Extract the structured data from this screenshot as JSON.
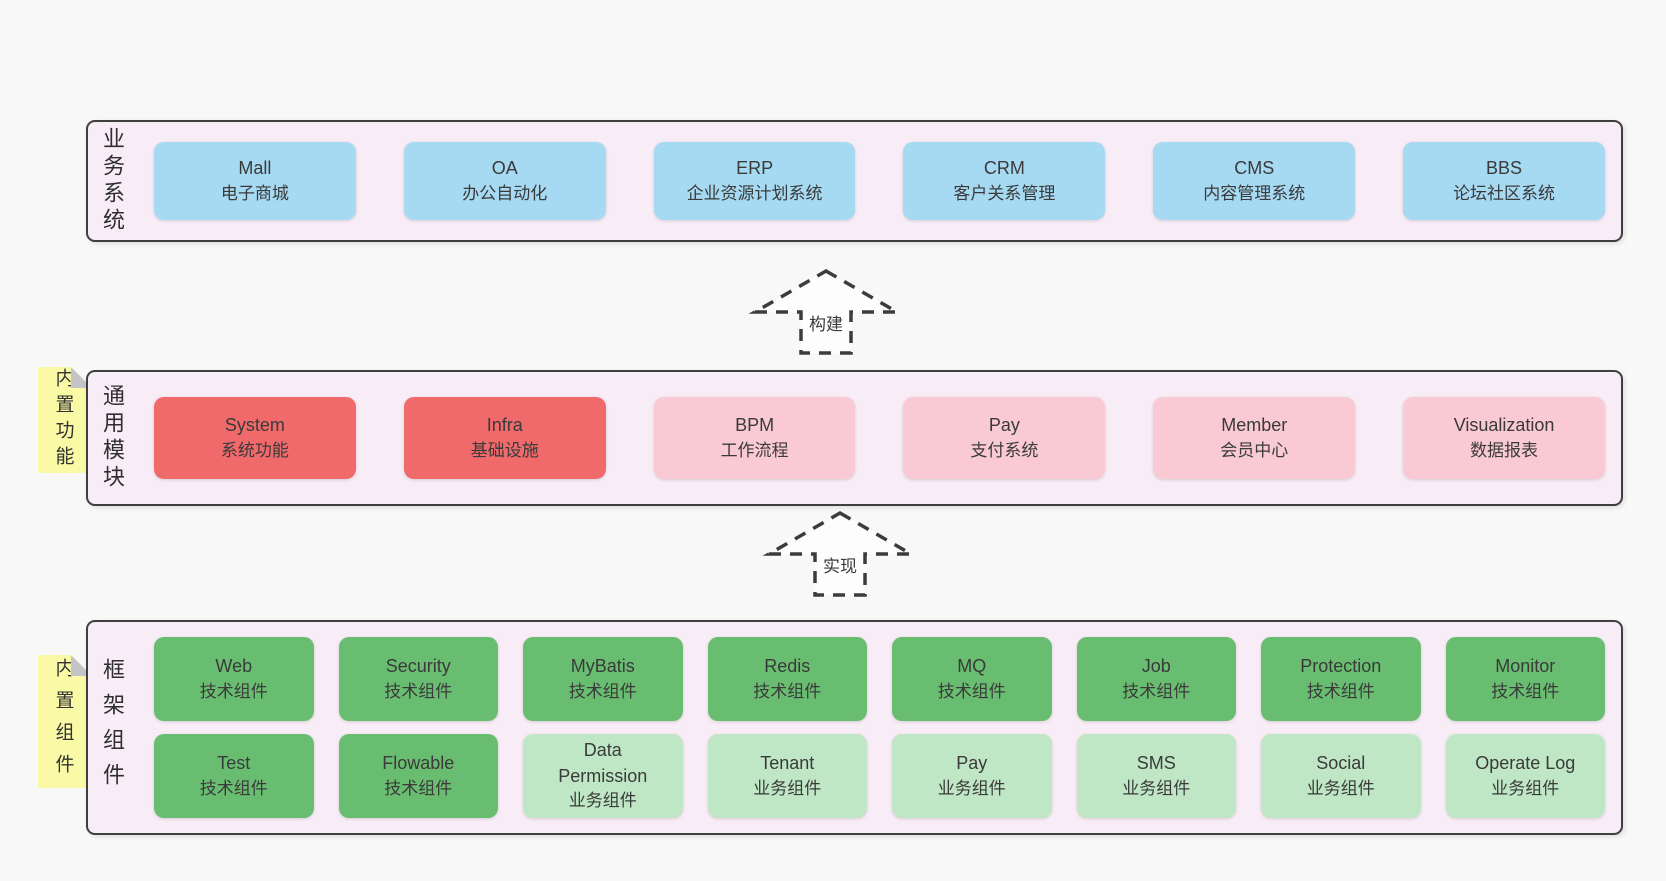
{
  "colors": {
    "page_bg": "#f8f8f8",
    "panel_bg": "#f8edf6",
    "panel_border": "#3f3f3f",
    "blue": "#a6d9f2",
    "red": "#f0696b",
    "pink": "#f9c9d4",
    "green": "#69bd70",
    "green_light": "#bfe7c5",
    "sticky": "#fafaa6",
    "sticky_fold": "#c5c5c9",
    "text": "#3a3a3a",
    "arrow": "#3c3c3c",
    "arrow_fill": "#fdfdfd"
  },
  "arrows": [
    {
      "label": "构建"
    },
    {
      "label": "实现"
    }
  ],
  "sections": [
    {
      "label": "业务系统",
      "rows": [
        [
          {
            "title": "Mall",
            "subtitle": "电子商城",
            "variant": "blue"
          },
          {
            "title": "OA",
            "subtitle": "办公自动化",
            "variant": "blue"
          },
          {
            "title": "ERP",
            "subtitle": "企业资源计划系统",
            "variant": "blue"
          },
          {
            "title": "CRM",
            "subtitle": "客户关系管理",
            "variant": "blue"
          },
          {
            "title": "CMS",
            "subtitle": "内容管理系统",
            "variant": "blue"
          },
          {
            "title": "BBS",
            "subtitle": "论坛社区系统",
            "variant": "blue"
          }
        ]
      ]
    },
    {
      "label": "通用模块",
      "sticky": "内置功能",
      "rows": [
        [
          {
            "title": "System",
            "subtitle": "系统功能",
            "variant": "red"
          },
          {
            "title": "Infra",
            "subtitle": "基础设施",
            "variant": "red"
          },
          {
            "title": "BPM",
            "subtitle": "工作流程",
            "variant": "pink"
          },
          {
            "title": "Pay",
            "subtitle": "支付系统",
            "variant": "pink"
          },
          {
            "title": "Member",
            "subtitle": "会员中心",
            "variant": "pink"
          },
          {
            "title": "Visualization",
            "subtitle": "数据报表",
            "variant": "pink"
          }
        ]
      ]
    },
    {
      "label": "框架组件",
      "sticky": "内置组件",
      "rows": [
        [
          {
            "title": "Web",
            "subtitle": "技术组件",
            "variant": "green"
          },
          {
            "title": "Security",
            "subtitle": "技术组件",
            "variant": "green"
          },
          {
            "title": "MyBatis",
            "subtitle": "技术组件",
            "variant": "green"
          },
          {
            "title": "Redis",
            "subtitle": "技术组件",
            "variant": "green"
          },
          {
            "title": "MQ",
            "subtitle": "技术组件",
            "variant": "green"
          },
          {
            "title": "Job",
            "subtitle": "技术组件",
            "variant": "green"
          },
          {
            "title": "Protection",
            "subtitle": "技术组件",
            "variant": "green"
          },
          {
            "title": "Monitor",
            "subtitle": "技术组件",
            "variant": "green"
          }
        ],
        [
          {
            "title": "Test",
            "subtitle": "技术组件",
            "variant": "green"
          },
          {
            "title": "Flowable",
            "subtitle": "技术组件",
            "variant": "green"
          },
          {
            "title": "Data Permission",
            "subtitle": "业务组件",
            "variant": "green_light"
          },
          {
            "title": "Tenant",
            "subtitle": "业务组件",
            "variant": "green_light"
          },
          {
            "title": "Pay",
            "subtitle": "业务组件",
            "variant": "green_light"
          },
          {
            "title": "SMS",
            "subtitle": "业务组件",
            "variant": "green_light"
          },
          {
            "title": "Social",
            "subtitle": "业务组件",
            "variant": "green_light"
          },
          {
            "title": "Operate Log",
            "subtitle": "业务组件",
            "variant": "green_light"
          }
        ]
      ]
    }
  ]
}
